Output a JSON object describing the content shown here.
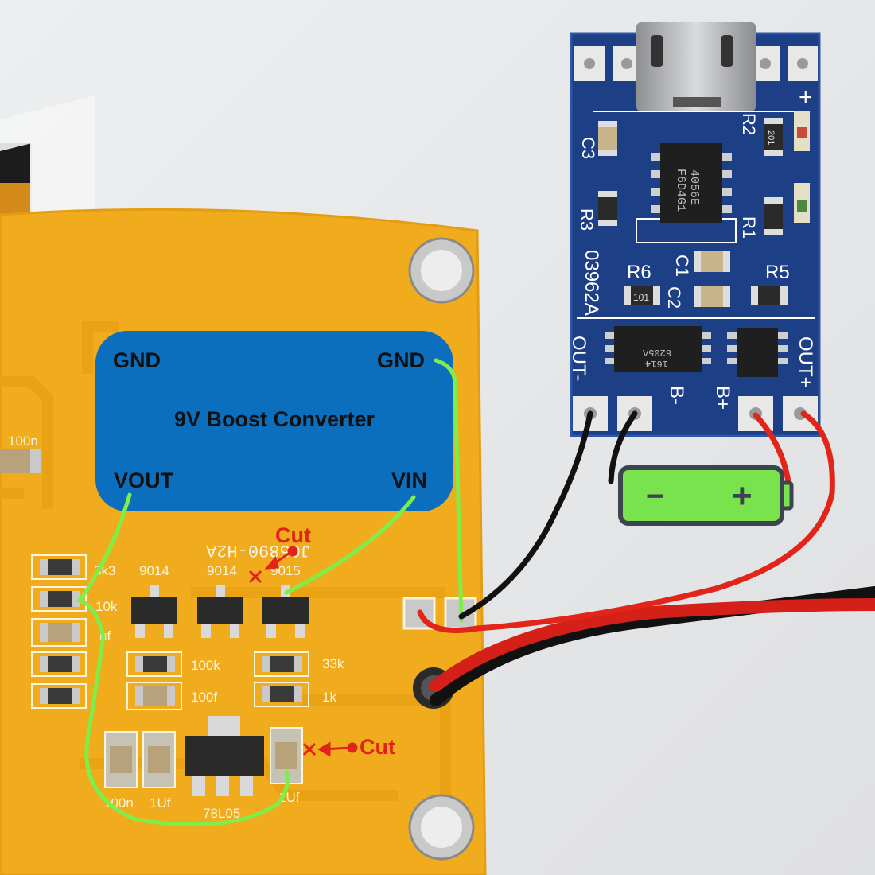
{
  "boost_converter": {
    "title": "9V Boost Converter",
    "gnd_left": "GND",
    "gnd_right": "GND",
    "vout": "VOUT",
    "vin": "VIN"
  },
  "annotations": {
    "cut_top": "Cut",
    "cut_bottom": "Cut"
  },
  "charger_board": {
    "silk_out_minus": "OUT-",
    "silk_out_plus": "OUT+",
    "silk_b_minus": "B-",
    "silk_b_plus": "B+",
    "silk_plus": "+",
    "silk_c3": "C3",
    "silk_r3": "R3",
    "silk_r2": "R2",
    "silk_r1": "R1",
    "silk_c1": "C1",
    "silk_c2": "C2",
    "silk_r6": "R6",
    "silk_r5": "R5",
    "silk_board_id": "03962A",
    "chip_main": "4056E",
    "chip_main_code": "F6D4G1",
    "chip_small": "8205A",
    "chip_small_code": "1614",
    "resistor_code": "101",
    "resistor_code_2": "201"
  },
  "tester_board": {
    "silk_id": "J05890-H2A",
    "silk_9014a": "9014",
    "silk_9014b": "9014",
    "silk_9015": "9015",
    "silk_3k3": "3k3",
    "silk_10k": "10k",
    "silk_nf": "nf",
    "silk_100k": "100k",
    "silk_33k": "33k",
    "silk_1k": "1k",
    "silk_100f": "100f",
    "silk_100n": "100n",
    "silk_100n_b": "100n",
    "silk_1uf_a": "1Uf",
    "silk_1uf_b": "1Uf",
    "silk_78l05": "78L05"
  },
  "battery": {
    "minus_symbol": "−",
    "plus_symbol": "+"
  },
  "colors": {
    "pcb_yellow": "#f0ac1c",
    "pcb_blue": "#1d3f86",
    "converter_box": "#0c6fbd",
    "wire_green": "#7dee4a",
    "wire_red": "#e22419",
    "wire_black": "#111111",
    "battery_green": "#79e34d",
    "cut_red": "#e2231a"
  }
}
